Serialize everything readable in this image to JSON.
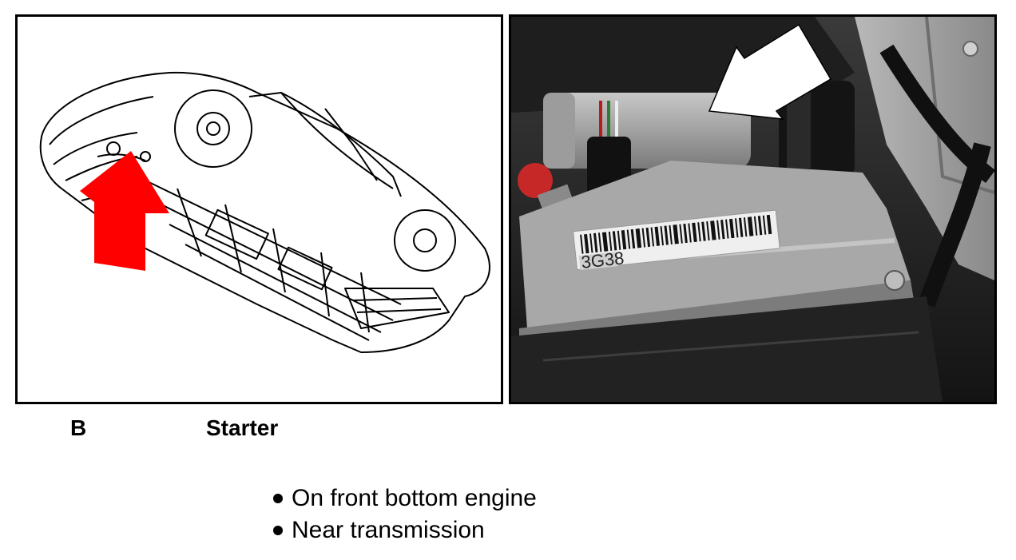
{
  "section": {
    "letter": "B",
    "title": "Starter"
  },
  "photo": {
    "part_code": "3G38"
  },
  "bullets": [
    "On front bottom engine",
    "Near transmission"
  ],
  "colors": {
    "diagram_arrow": "#ff0000",
    "photo_arrow": "#ffffff"
  }
}
